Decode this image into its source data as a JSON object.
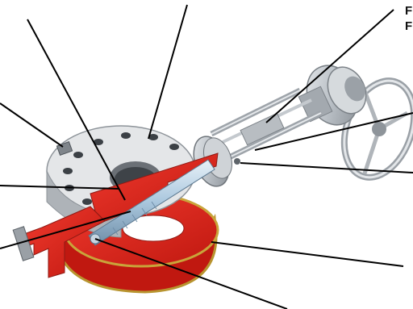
{
  "figure": {
    "partial_labels": [
      "F",
      "F"
    ],
    "colors": {
      "body_red": "#e1211c",
      "red_shadow": "#b01510",
      "steel": "#c6cbd0",
      "steel_dark": "#8e949a",
      "stem_blue": "#a9c6dd",
      "gold_edge": "#c9a43a",
      "leader_line": "#000000"
    },
    "parts": [
      "flange-body",
      "cutaway-section",
      "extended-stem",
      "yoke-rods",
      "bonnet-flange",
      "handwheel",
      "bottom-plate"
    ]
  }
}
